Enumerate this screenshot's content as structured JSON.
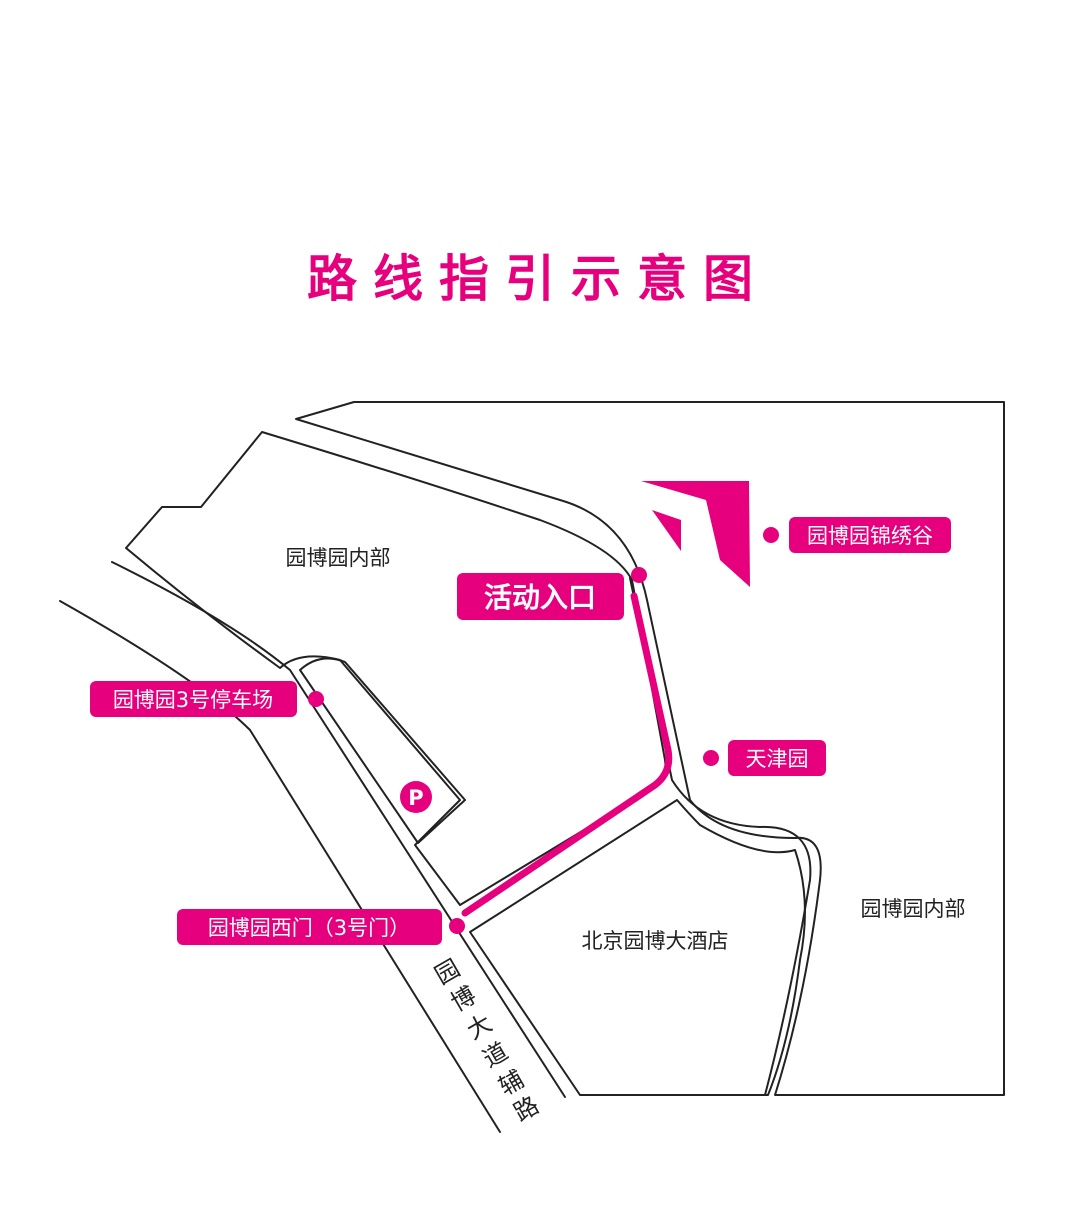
{
  "title": "路线指引示意图",
  "colors": {
    "accent": "#E6007E",
    "line": "#222222",
    "background": "#ffffff"
  },
  "areas": {
    "park_interior_left": "园博园内部",
    "park_interior_right": "园博园内部",
    "hotel": "北京园博大酒店"
  },
  "road_name": [
    "园",
    "博",
    "大",
    "道",
    "辅",
    "路"
  ],
  "markers": {
    "entrance": "活动入口",
    "jinxiugu": "园博园锦绣谷",
    "tianjin": "天津园",
    "parking": "园博园3号停车场",
    "west_gate": "园博园西门（3号门）"
  },
  "parking_icon": "P",
  "icons": {
    "compass": "north-arrow-icon",
    "parking": "parking-icon"
  }
}
